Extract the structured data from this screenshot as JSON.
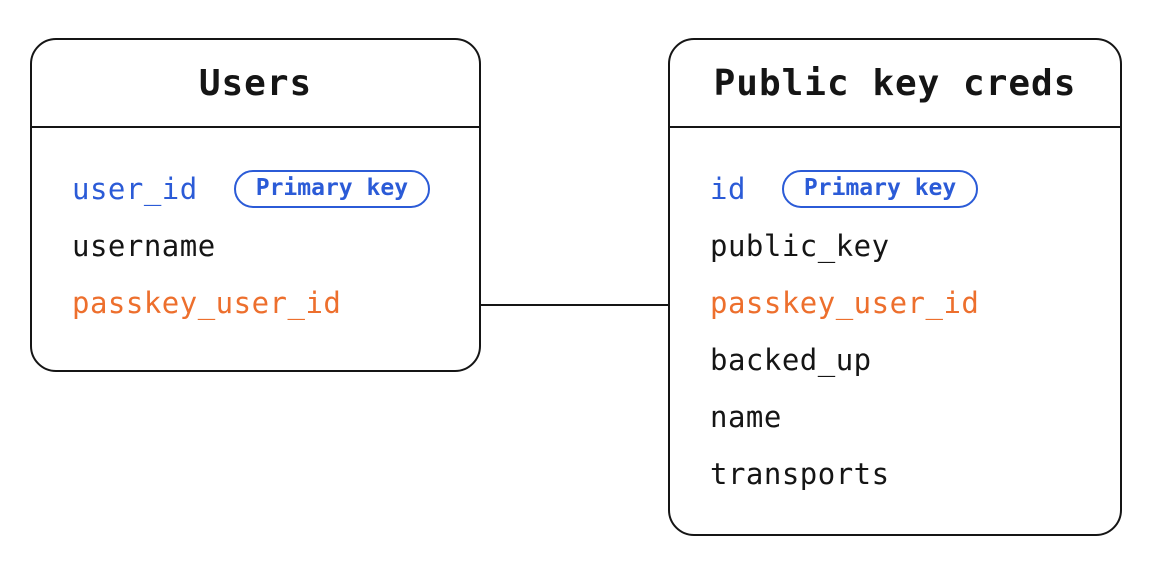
{
  "diagram": {
    "colors": {
      "primary_blue": "#2b5bd7",
      "accent_orange": "#ed6f2d",
      "line_black": "#151515"
    },
    "tables": [
      {
        "title": "Users",
        "fields": [
          {
            "name": "user_id",
            "badge": "Primary key"
          },
          {
            "name": "username"
          },
          {
            "name": "passkey_user_id"
          }
        ]
      },
      {
        "title": "Public key creds",
        "fields": [
          {
            "name": "id",
            "badge": "Primary key"
          },
          {
            "name": "public_key"
          },
          {
            "name": "passkey_user_id"
          },
          {
            "name": "backed_up"
          },
          {
            "name": "name"
          },
          {
            "name": "transports"
          }
        ]
      }
    ],
    "relationship": {
      "from": "Users.passkey_user_id",
      "to": "Public key creds.passkey_user_id"
    }
  }
}
